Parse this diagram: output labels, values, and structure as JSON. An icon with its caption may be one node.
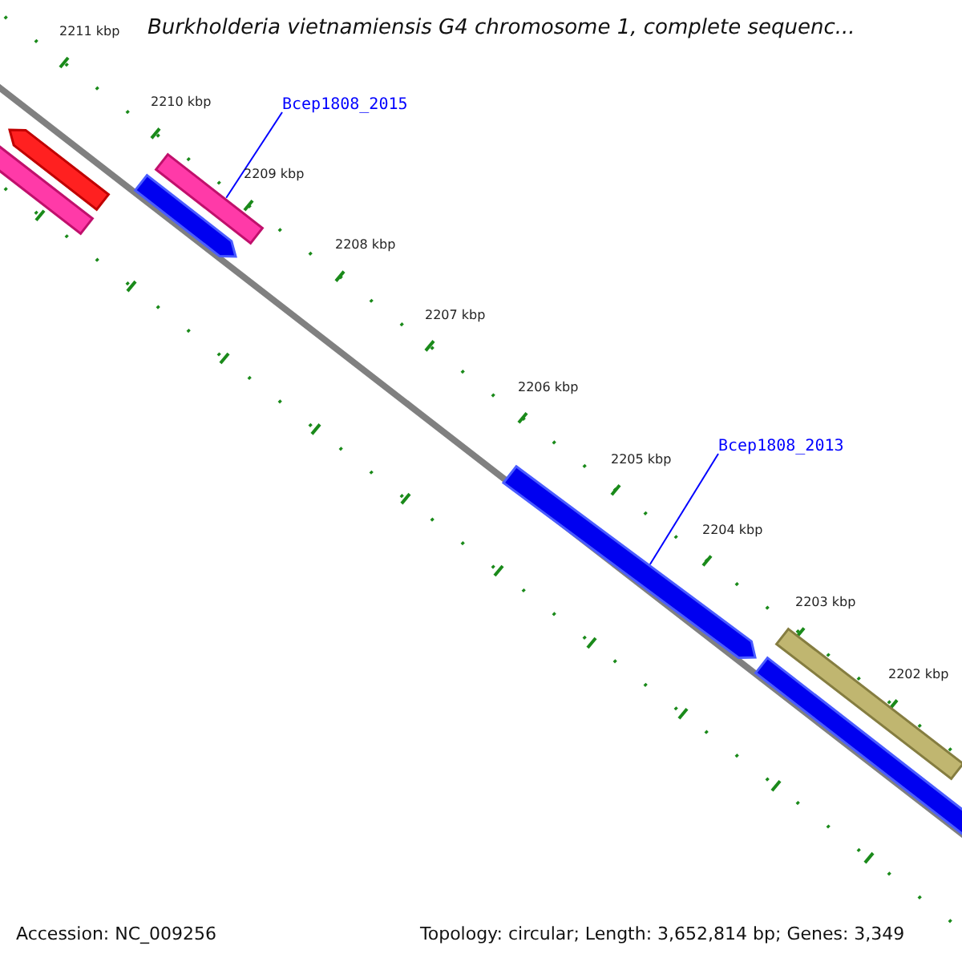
{
  "diagram": {
    "title": "Burkholderia vietnamiensis G4 chromosome 1, complete sequenc...",
    "nodes": [
      {
        "text": [
          "Bcep1808_2015"
        ]
      },
      {
        "text": [],
        "shape": "bar"
      },
      {
        "text": [],
        "shape": "bar"
      },
      {
        "text": [],
        "shape": "bar"
      },
      {
        "text": [],
        "shape": "bar"
      },
      {
        "text": [
          "Bcep1808_2013"
        ]
      },
      {
        "text": [],
        "shape": "bar"
      },
      {
        "text": [],
        "shape": "bar"
      },
      {
        "text": [],
        "shape": "bar"
      }
    ],
    "edges": [
      {
        "from": 0,
        "to": 3,
        "arrow": "none"
      },
      {
        "from": 5,
        "to": 6,
        "arrow": "none"
      }
    ],
    "labels": [
      "2211 kbp",
      "2210 kbp",
      "2209 kbp",
      "2208 kbp",
      "2207 kbp",
      "2206 kbp",
      "2205 kbp",
      "2204 kbp",
      "2203 kbp",
      "2202 kbp",
      "Accession: NC_009256",
      "Topology: circular; Length: 3,652,814 bp; Genes: 3,349"
    ]
  }
}
